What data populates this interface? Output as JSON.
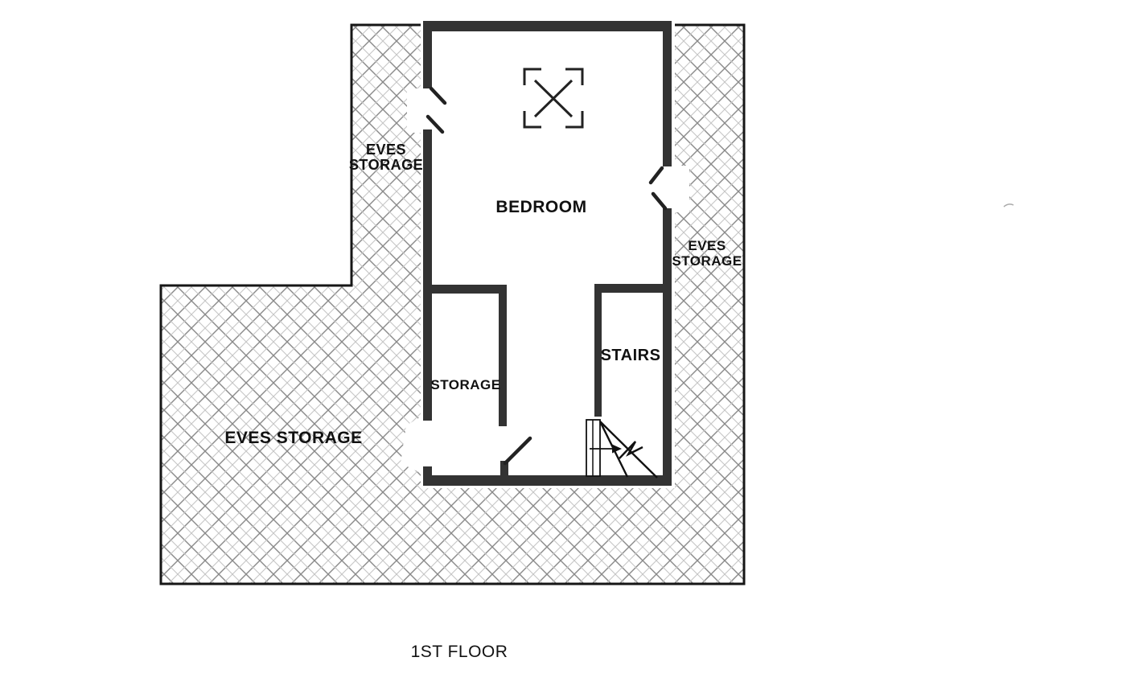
{
  "document": {
    "kind": "floor-plan",
    "floor_title": "1ST FLOOR"
  },
  "colors": {
    "wall": "#333333",
    "outline": "#161616",
    "hatch_dark": "#8a8a8a",
    "hatch_light": "#c6c6c6",
    "text": "#111111",
    "background": "#ffffff"
  },
  "labels": {
    "bedroom": "BEDROOM",
    "storage": "STORAGE",
    "stairs": "STAIRS",
    "eves_storage_upper_left": {
      "line1": "EVES",
      "line2": "STORAGE"
    },
    "eves_storage_right": {
      "line1": "EVES",
      "line2": "STORAGE"
    },
    "eves_storage_main": "EVES STORAGE",
    "floor_title": "1ST FLOOR"
  },
  "symbols": {
    "ceiling_access": "ceiling-access-symbol",
    "stair_direction": "stair-direction-symbol"
  }
}
